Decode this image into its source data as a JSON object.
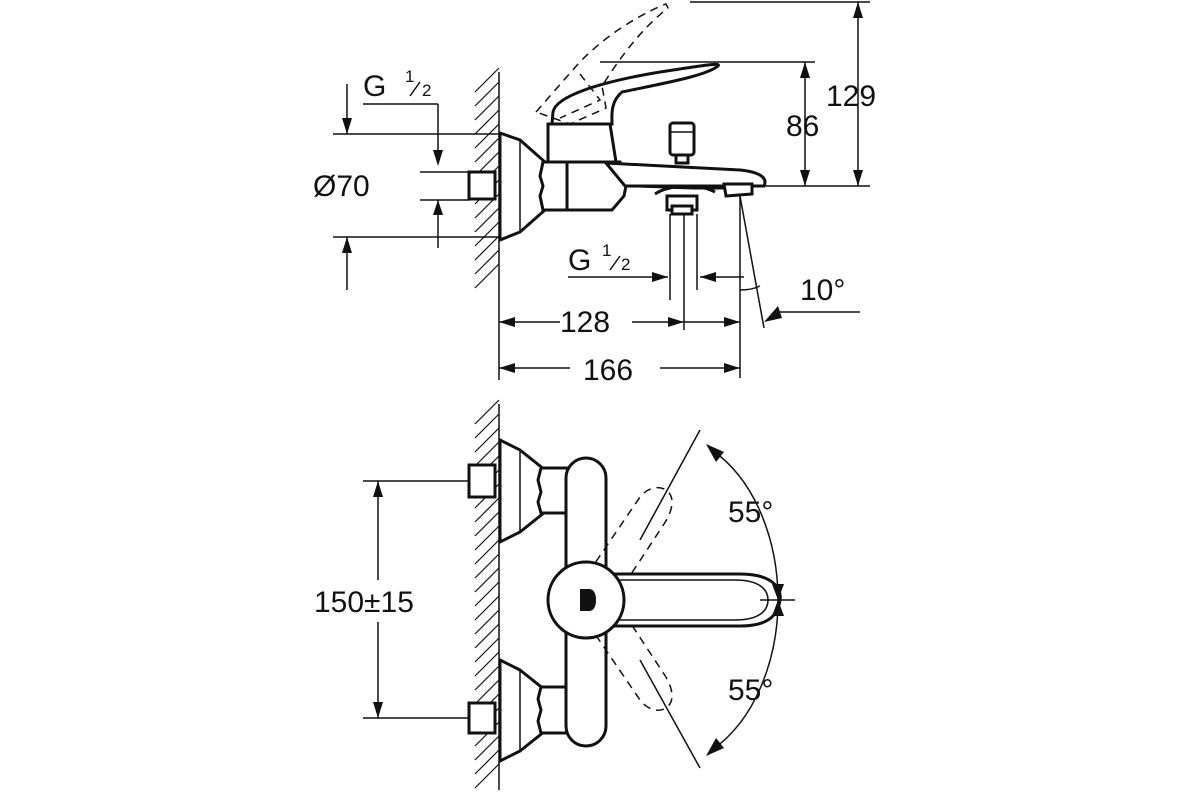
{
  "side_view": {
    "thread_top": {
      "letter": "G",
      "num": "1",
      "den": "2"
    },
    "diameter": "Ø70",
    "thread_spout": {
      "letter": "G",
      "num": "1",
      "den": "2"
    },
    "height_handle": "86",
    "height_total": "129",
    "depth_outlet": "128",
    "depth_total": "166",
    "spout_angle": "10°"
  },
  "front_view": {
    "center_distance": "150±15",
    "rotation_up": "55°",
    "rotation_down": "55°"
  }
}
